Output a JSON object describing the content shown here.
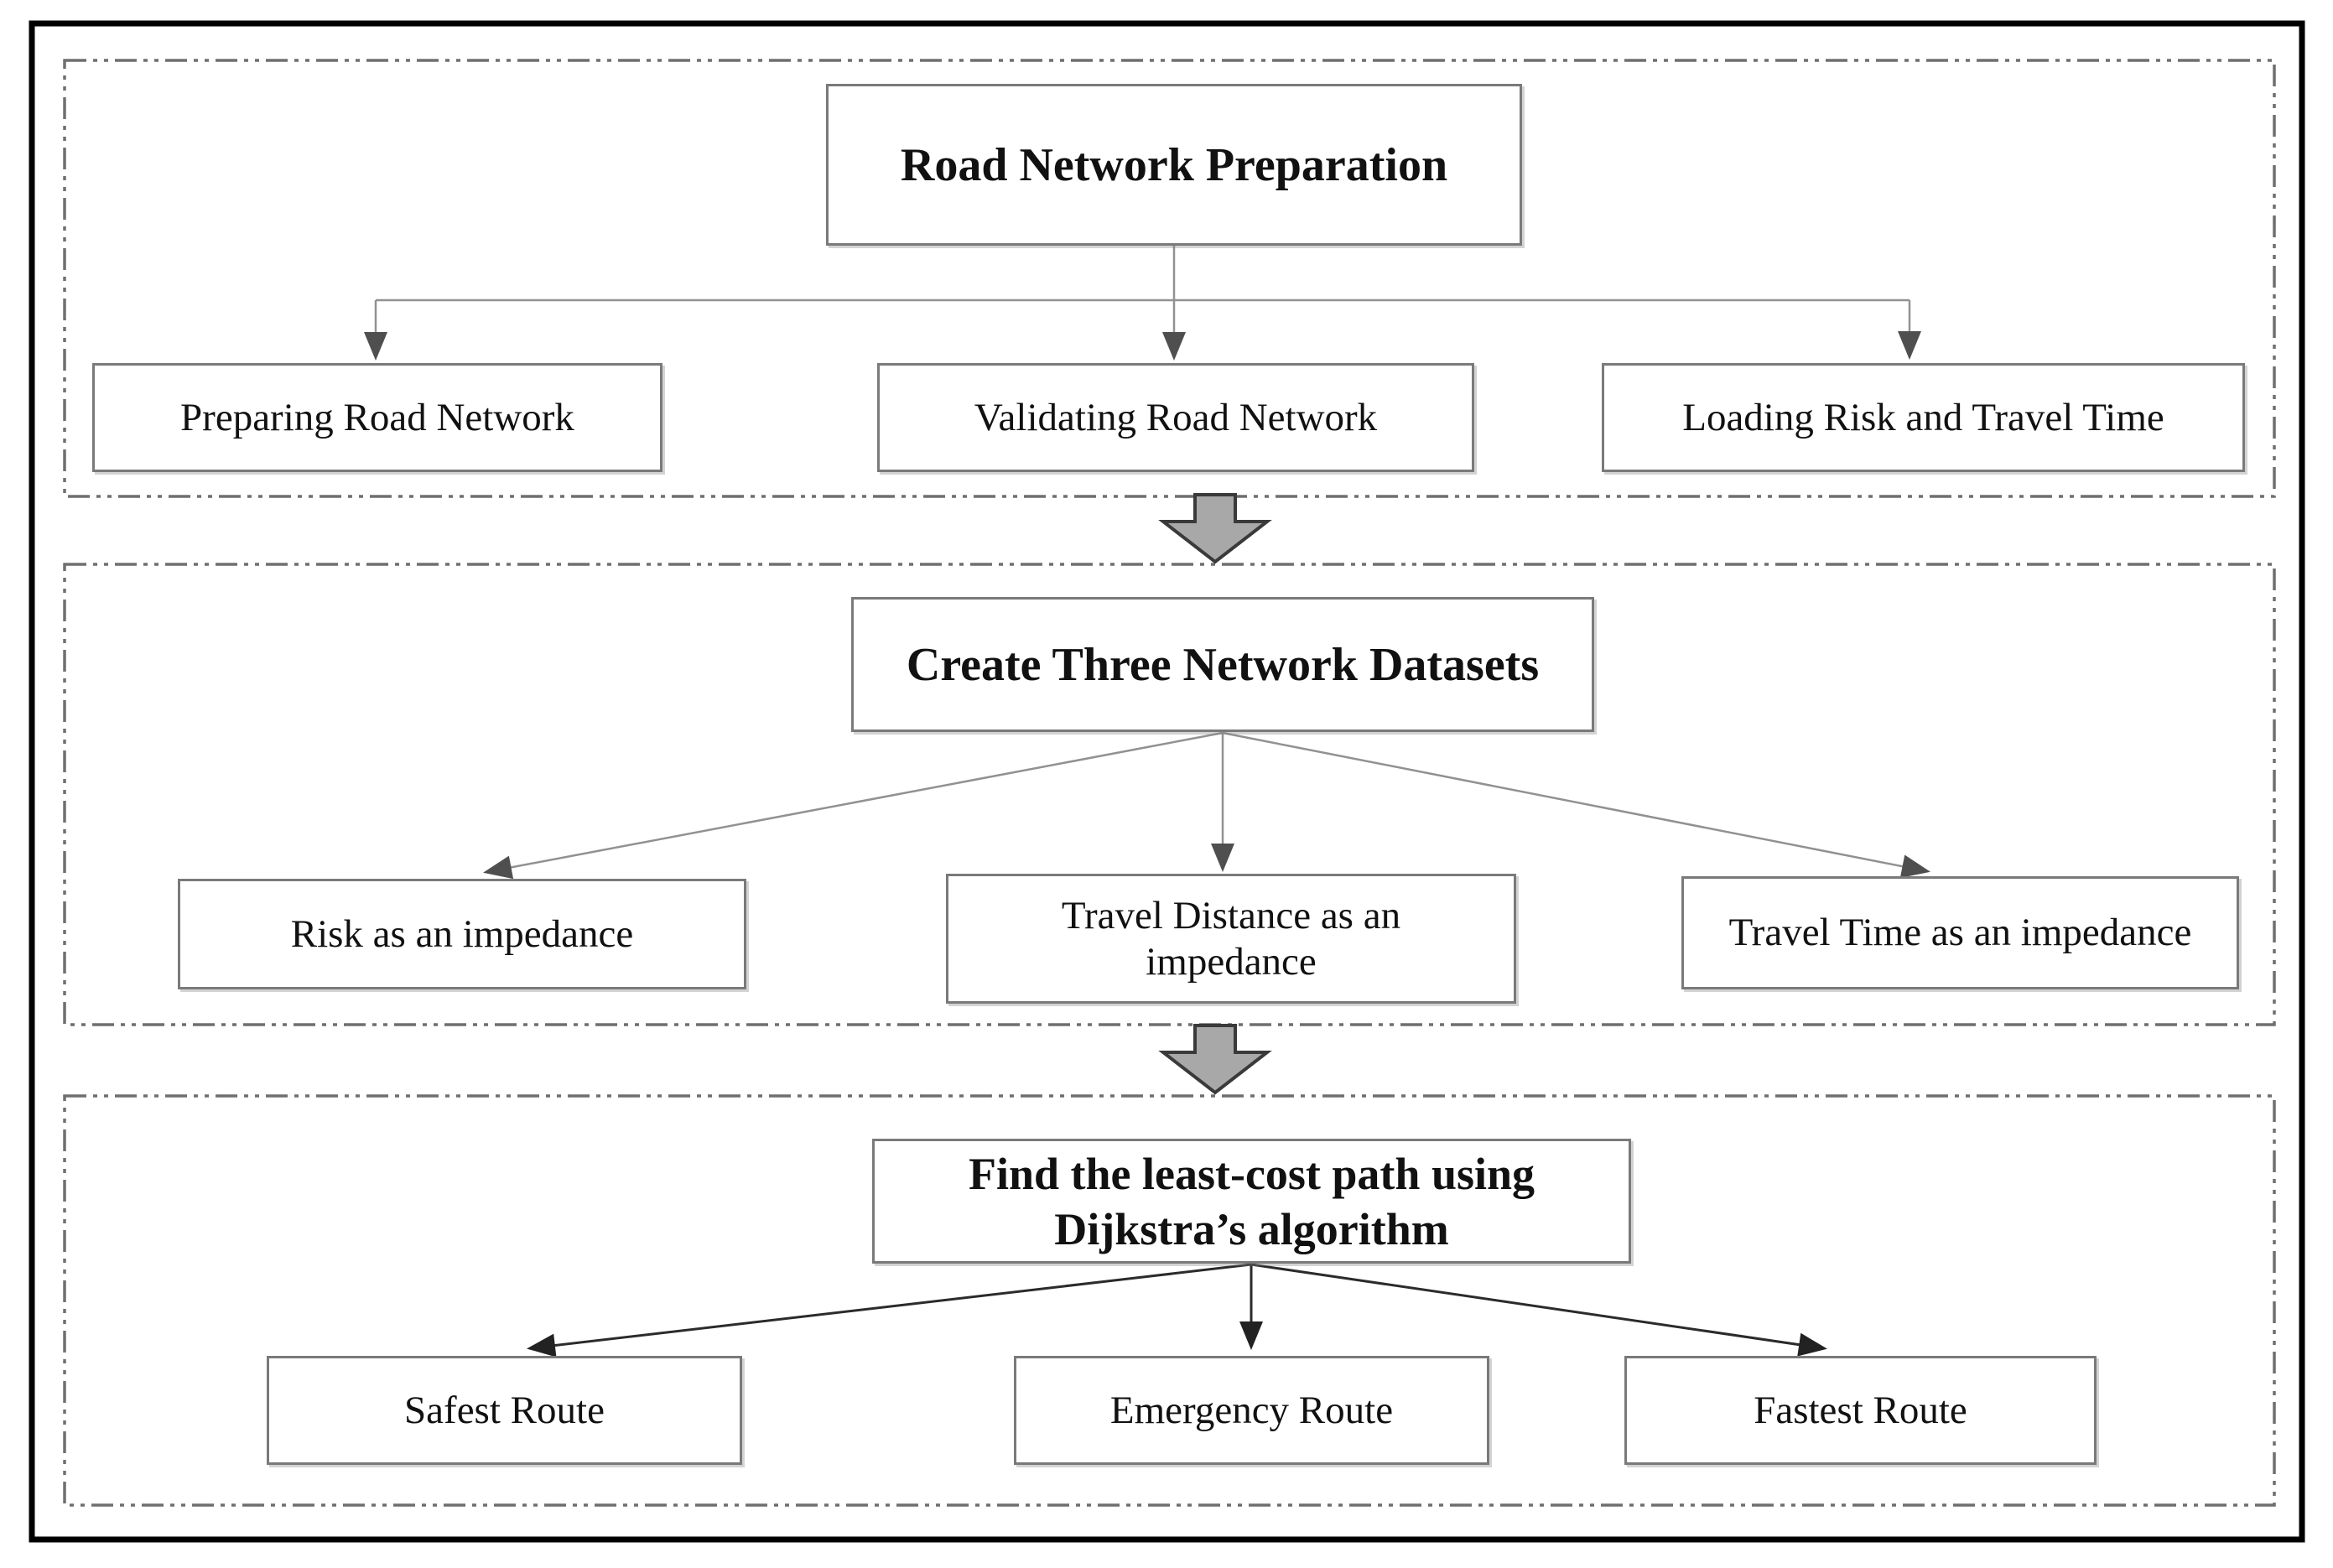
{
  "figure": {
    "type": "flowchart",
    "description": "Road network routing methodology flowchart with three stages",
    "sections": [
      {
        "title": "Road Network Preparation",
        "children": [
          {
            "label": "Preparing Road Network"
          },
          {
            "label": "Validating Road Network"
          },
          {
            "label": "Loading Risk and Travel Time"
          }
        ]
      },
      {
        "title": "Create Three Network Datasets",
        "children": [
          {
            "label": "Risk as an impedance"
          },
          {
            "label": "Travel Distance as an impedance"
          },
          {
            "label": "Travel Time as an impedance"
          }
        ]
      },
      {
        "title_lines": [
          "Find the least-cost path using",
          "Dijkstra’s algorithm"
        ],
        "children": [
          {
            "label": "Safest Route"
          },
          {
            "label": "Emergency Route"
          },
          {
            "label": "Fastest Route"
          }
        ]
      }
    ],
    "colors": {
      "background": "#ffffff",
      "outer_border": "#000000",
      "section_dash_border": "#6f6f6f",
      "box_border": "#7a7a7a",
      "box_fill": "#ffffff",
      "text": "#111111",
      "connector_light": "#919191",
      "arrowhead_gray": "#4f4f4f",
      "connector_dark": "#2b2b2b",
      "block_arrow_fill": "#a8a8a8",
      "block_arrow_border": "#3a3a3a"
    }
  }
}
